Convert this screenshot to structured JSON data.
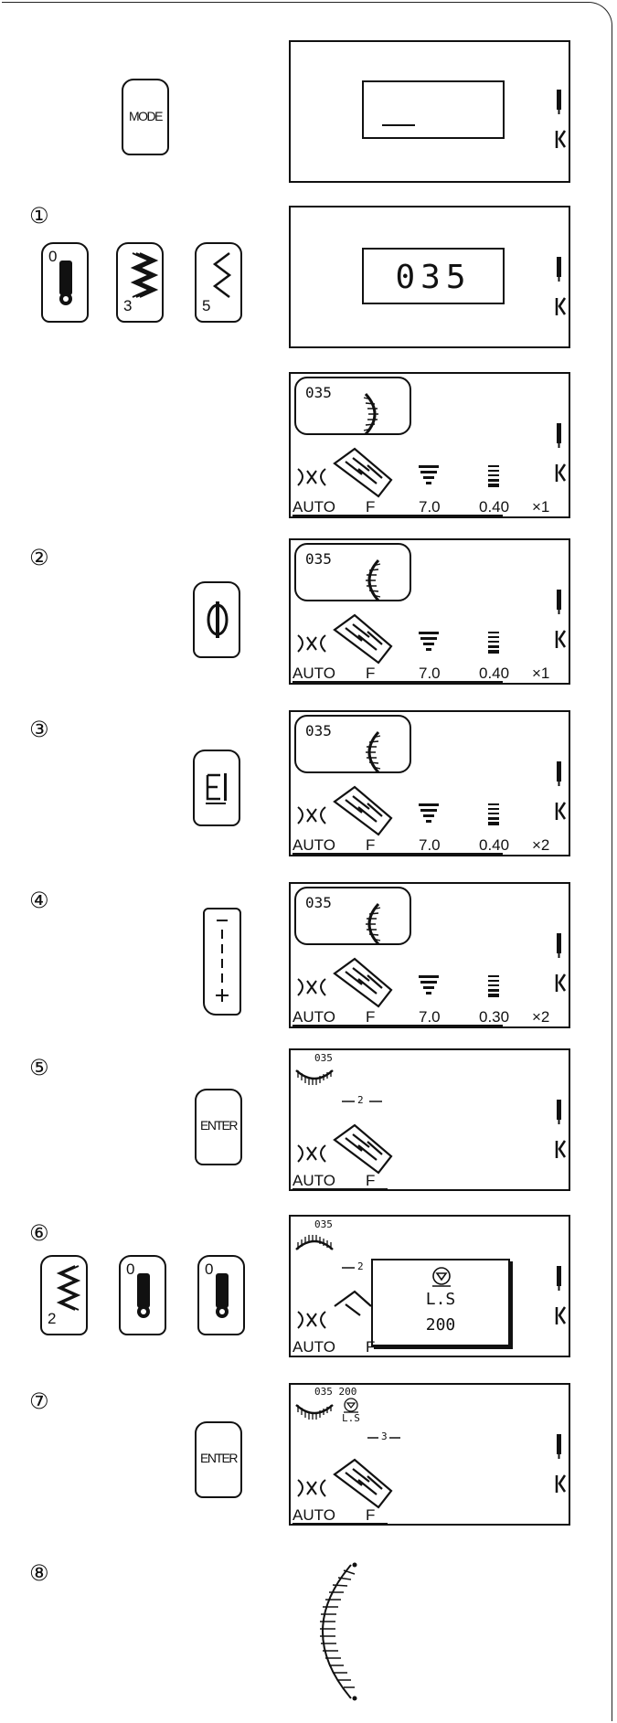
{
  "steps": [
    "①",
    "②",
    "③",
    "④",
    "⑤",
    "⑥",
    "⑦",
    "⑧"
  ],
  "buttons": {
    "mode": "MODE",
    "enter": "ENTER",
    "zero": "0",
    "three": "3",
    "five": "5",
    "two": "2"
  },
  "lcd": {
    "entry_value": "035",
    "pattern_number": "035",
    "auto": "AUTO",
    "foot": "F",
    "screens": [
      {
        "width": "7.0",
        "length": "0.40",
        "repeat": "×1"
      },
      {
        "width": "7.0",
        "length": "0.40",
        "repeat": "×1"
      },
      {
        "width": "7.0",
        "length": "0.40",
        "repeat": "×2"
      },
      {
        "width": "7.0",
        "length": "0.30",
        "repeat": "×2"
      }
    ],
    "memory_count_5": "2",
    "memory_count_7": "3",
    "locking_stitch": "L.S",
    "locking_number": "200",
    "prog_header_7": "035 200"
  }
}
